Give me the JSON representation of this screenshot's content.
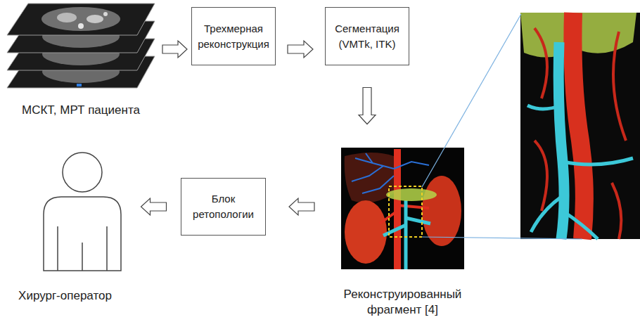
{
  "diagram": {
    "nodes": [
      {
        "text": [
          "МСКТ, МРТ пациента"
        ]
      },
      {
        "text": [
          "Трехмерная реконструкция"
        ]
      },
      {
        "text": [
          "Сегментация (VMTk, ITK)"
        ]
      },
      {
        "text": [
          "Реконструированный фрагмент [4]"
        ]
      },
      {
        "text": [
          "Блок ретопологии"
        ]
      },
      {
        "text": [
          "Хирург-оператор"
        ]
      }
    ],
    "edges": [
      {
        "from": 0,
        "to": 1,
        "arrow": "to"
      },
      {
        "from": 1,
        "to": 2,
        "arrow": "to"
      },
      {
        "from": 2,
        "to": 3,
        "arrow": "to"
      },
      {
        "from": 3,
        "to": 4,
        "arrow": "to"
      },
      {
        "from": 4,
        "to": 5,
        "arrow": "to"
      }
    ]
  }
}
